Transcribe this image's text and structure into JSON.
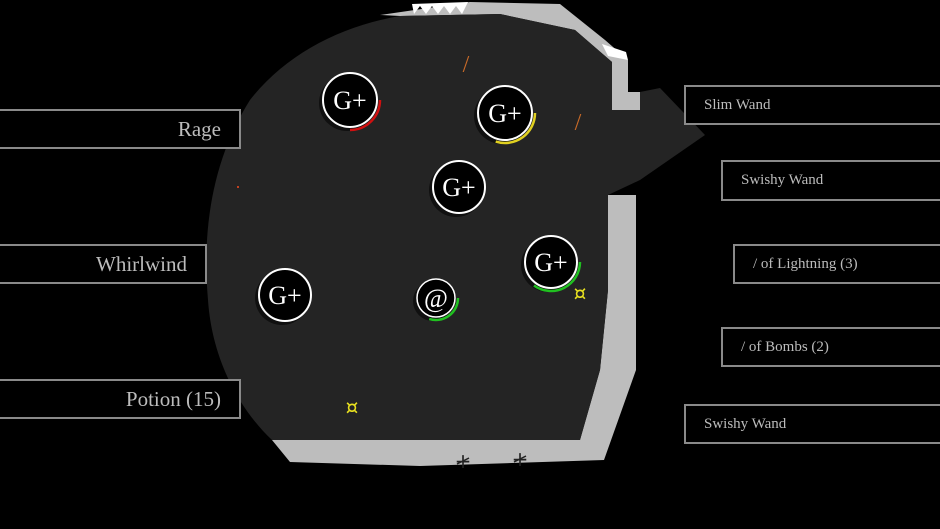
{
  "skills": [
    {
      "label": "Rage"
    },
    {
      "label": "Whirlwind"
    },
    {
      "label": "Potion (15)"
    }
  ],
  "items": [
    {
      "label": "Slim Wand"
    },
    {
      "label": "Swishy Wand"
    },
    {
      "label": "/ of Lightning (3)"
    },
    {
      "label": "/ of Bombs (2)"
    },
    {
      "label": "Swishy Wand"
    }
  ],
  "entities": [
    {
      "glyph": "G+",
      "kind": "monster",
      "health_color": "#d01010",
      "health_fraction": 0.25
    },
    {
      "glyph": "G+",
      "kind": "monster",
      "health_color": "#e0d020",
      "health_fraction": 0.3
    },
    {
      "glyph": "G+",
      "kind": "monster",
      "health_color": "",
      "health_fraction": 0
    },
    {
      "glyph": "G+",
      "kind": "monster",
      "health_color": "#20c020",
      "health_fraction": 0.35
    },
    {
      "glyph": "G+",
      "kind": "monster",
      "health_color": "",
      "health_fraction": 0
    },
    {
      "glyph": "@",
      "kind": "player",
      "health_color": "#20c020",
      "health_fraction": 0.3
    }
  ],
  "pickups": [
    {
      "glyph": "¤",
      "color": "#e8e020"
    },
    {
      "glyph": "¤",
      "color": "#e8e020"
    }
  ],
  "doors": [
    {
      "glyph": "+"
    },
    {
      "glyph": "+"
    }
  ],
  "wand_pickups": [
    {
      "glyph": "/",
      "color": "#c86a28"
    },
    {
      "glyph": "/",
      "color": "#c86a28"
    }
  ],
  "colors": {
    "floor": "#242424",
    "wall": "#bdbdbd",
    "monster_fill": "#000000",
    "monster_stroke": "#ffffff"
  }
}
